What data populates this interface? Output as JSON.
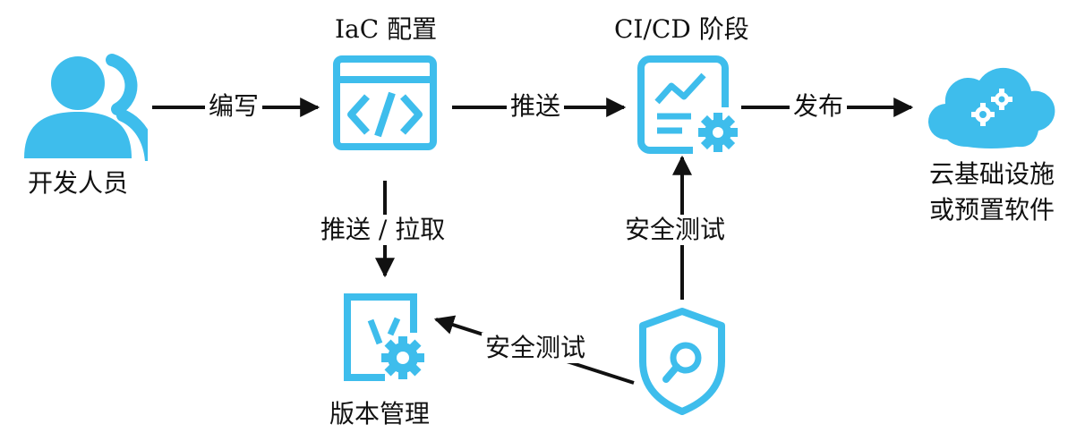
{
  "nodes": {
    "developer": "开发人员",
    "iac": "IaC 配置",
    "cicd": "CI/CD 阶段",
    "cloud_line1": "云基础设施",
    "cloud_line2": "或预置软件",
    "vcs": "版本管理"
  },
  "edges": {
    "write": "编写",
    "push": "推送",
    "publish": "发布",
    "push_pull": "推送 / 拉取",
    "security_test_up": "安全测试",
    "security_test_left": "安全测试"
  },
  "colors": {
    "accent": "#3ebdec",
    "accent_light": "#5cc7ef",
    "line": "#111111"
  }
}
